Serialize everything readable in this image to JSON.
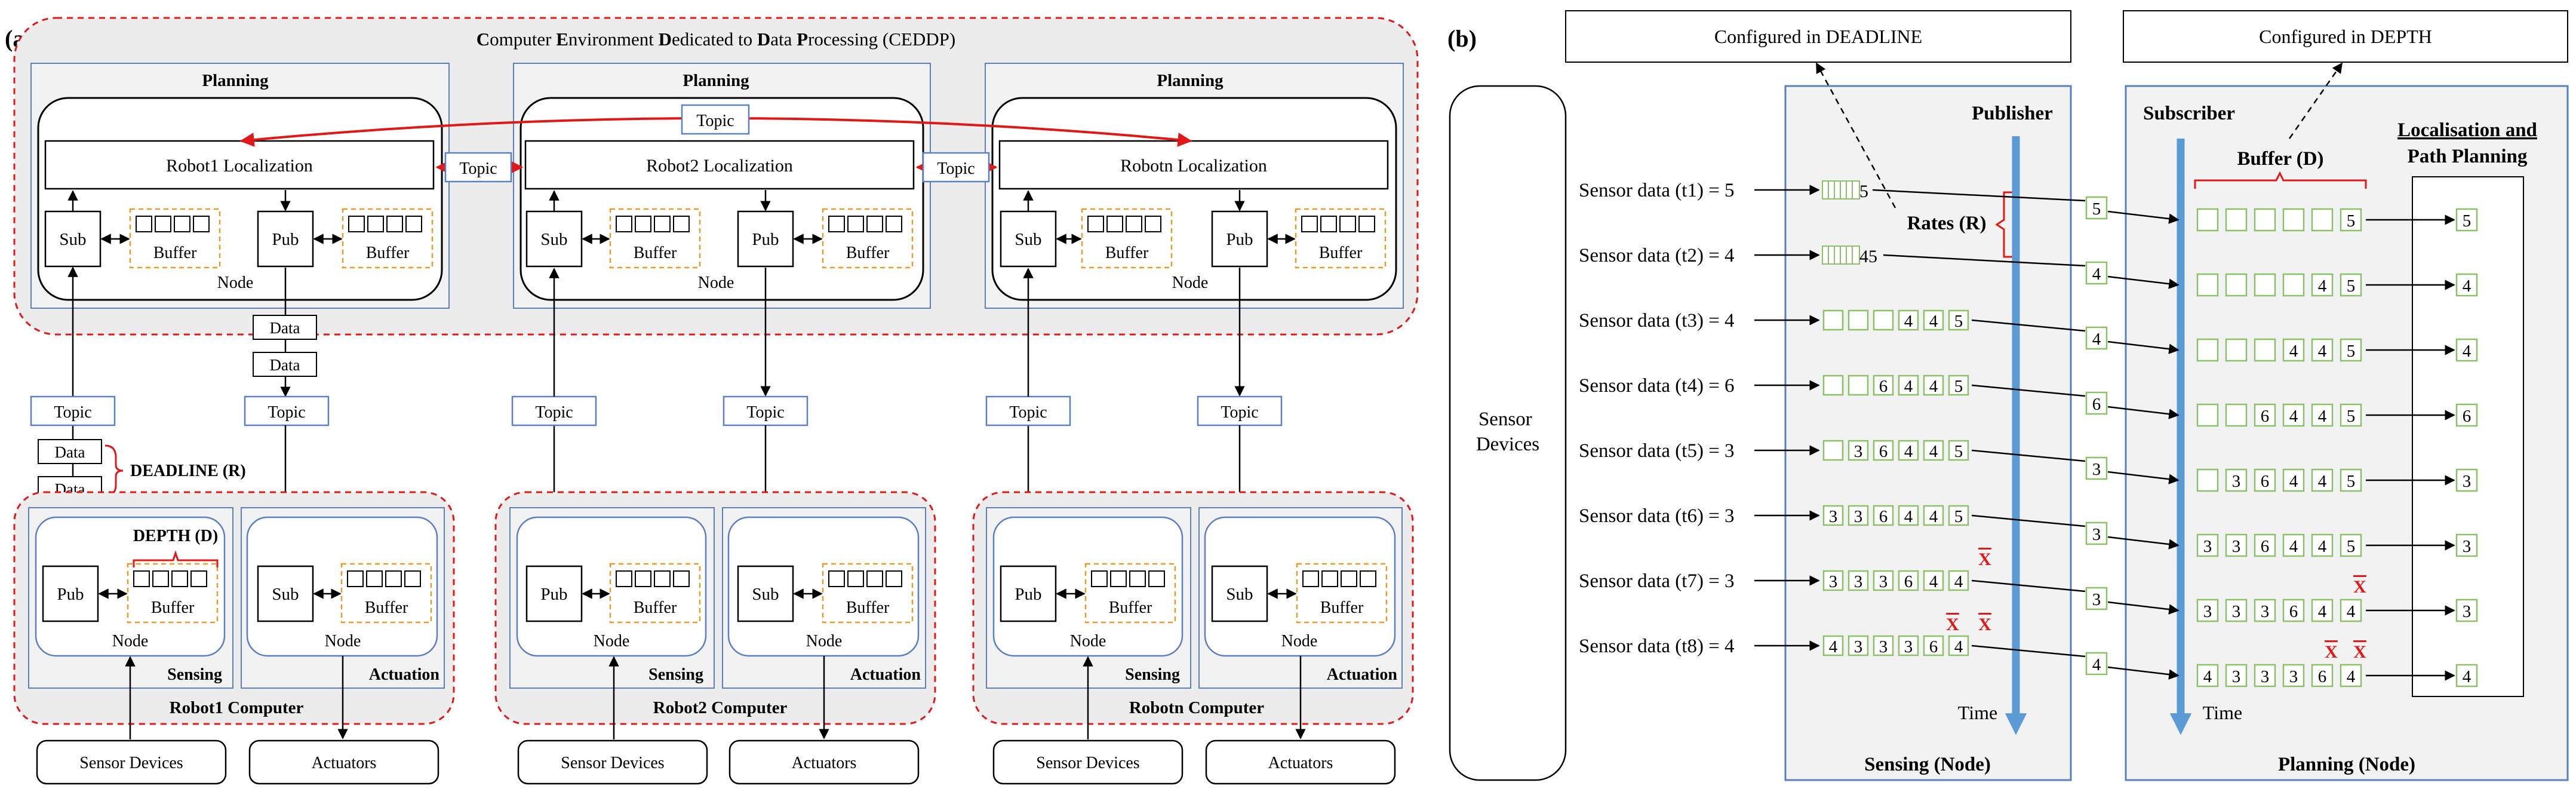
{
  "colors": {
    "stroke_blue": "#5b7fbf",
    "fill_grey": "#ececec",
    "fill_node_bg": "#f2f2f2",
    "red": "#e01818",
    "orange": "#e69b2e",
    "green": "#8cbf68",
    "time_blue": "#5b9bd5"
  },
  "panel_a": {
    "label": "(a)",
    "title": {
      "c": "C",
      "c_rest": "omputer ",
      "e": "E",
      "e_rest": "nvironment ",
      "d": "D",
      "d_rest": "edicated to ",
      "d2": "D",
      "d2_rest": "ata ",
      "p": "P",
      "p_rest": "rocessing (CEDDP)"
    },
    "planning_label": "Planning",
    "localizations": [
      "Robot1 Localization",
      "Robot2 Localization",
      "Robotn Localization"
    ],
    "sub": "Sub",
    "pub": "Pub",
    "buffer": "Buffer",
    "node": "Node",
    "topic": "Topic",
    "data": "Data",
    "deadline": "DEADLINE (R)",
    "depth": "DEPTH (D)",
    "sensing": "Sensing",
    "actuation": "Actuation",
    "computers": [
      "Robot1 Computer",
      "Robot2 Computer",
      "Robotn Computer"
    ],
    "sensor_devices": "Sensor Devices",
    "actuators": "Actuators"
  },
  "panel_b": {
    "label": "(b)",
    "configured_deadline": "Configured in DEADLINE",
    "configured_depth": "Configured in DEPTH",
    "sensor_devices_line1": "Sensor",
    "sensor_devices_line2": "Devices",
    "publisher": "Publisher",
    "subscriber": "Subscriber",
    "rates": "Rates (R)",
    "buffer_d": "Buffer (D)",
    "loc_line1": "Localisation and",
    "loc_line2": "Path Planning",
    "time": "Time",
    "sensing_node": "Sensing (Node)",
    "planning_node": "Planning (Node)",
    "x_mark": "X",
    "sensor_rows": [
      {
        "label": "Sensor data (t1) = 5",
        "pub": [
          "5"
        ],
        "msg": "5",
        "sub": [
          "",
          "",
          "",
          "",
          "",
          "5"
        ],
        "out": "5"
      },
      {
        "label": "Sensor data (t2) = 4",
        "pub": [
          "4",
          "5"
        ],
        "msg": "4",
        "sub": [
          "",
          "",
          "",
          "",
          "4",
          "5"
        ],
        "out": "4"
      },
      {
        "label": "Sensor data (t3) = 4",
        "pub": [
          "",
          "",
          "",
          "4",
          "4",
          "5"
        ],
        "msg": "4",
        "sub": [
          "",
          "",
          "",
          "4",
          "4",
          "5"
        ],
        "out": "4"
      },
      {
        "label": "Sensor data (t4) = 6",
        "pub": [
          "",
          "",
          "6",
          "4",
          "4",
          "5"
        ],
        "msg": "6",
        "sub": [
          "",
          "",
          "6",
          "4",
          "4",
          "5"
        ],
        "out": "6"
      },
      {
        "label": "Sensor data (t5) = 3",
        "pub": [
          "",
          "3",
          "6",
          "4",
          "4",
          "5"
        ],
        "msg": "3",
        "sub": [
          "",
          "3",
          "6",
          "4",
          "4",
          "5"
        ],
        "out": "3"
      },
      {
        "label": "Sensor data (t6) = 3",
        "pub": [
          "3",
          "3",
          "6",
          "4",
          "4",
          "5"
        ],
        "msg": "3",
        "sub": [
          "3",
          "3",
          "6",
          "4",
          "4",
          "5"
        ],
        "out": "3"
      },
      {
        "label": "Sensor data (t7) = 3",
        "pub": [
          "3",
          "3",
          "3",
          "6",
          "4",
          "4"
        ],
        "msg": "3",
        "sub": [
          "3",
          "3",
          "3",
          "6",
          "4",
          "4"
        ],
        "out": "3"
      },
      {
        "label": "Sensor data (t8) = 4",
        "pub": [
          "4",
          "3",
          "3",
          "3",
          "6",
          "4"
        ],
        "msg": "4",
        "sub": [
          "4",
          "3",
          "3",
          "3",
          "6",
          "4"
        ],
        "out": "4"
      }
    ]
  }
}
